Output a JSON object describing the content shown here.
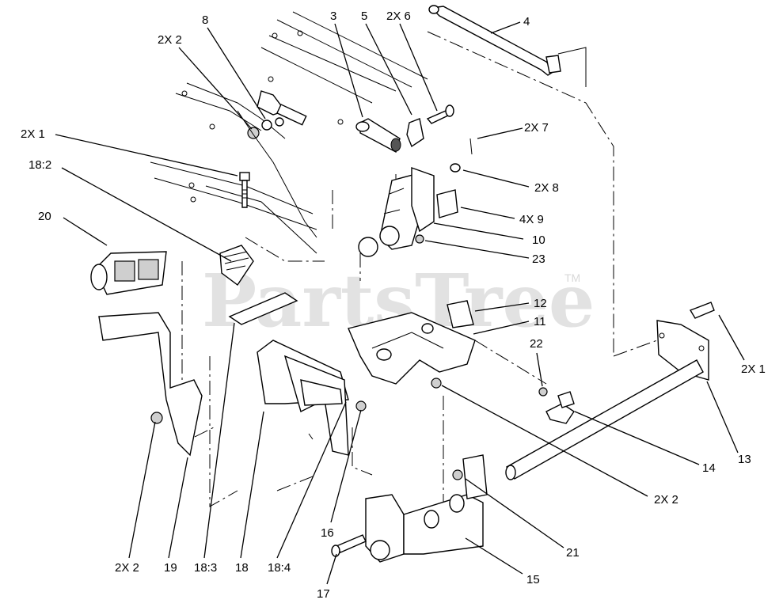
{
  "watermark": {
    "text": "PartsTree",
    "trademark": "TM"
  },
  "labels": [
    {
      "id": "lbl-8",
      "text": "8"
    },
    {
      "id": "lbl-2x2-top",
      "text": "2X 2"
    },
    {
      "id": "lbl-3",
      "text": "3"
    },
    {
      "id": "lbl-5",
      "text": "5"
    },
    {
      "id": "lbl-2x6",
      "text": "2X 6"
    },
    {
      "id": "lbl-4",
      "text": "4"
    },
    {
      "id": "lbl-2x7",
      "text": "2X 7"
    },
    {
      "id": "lbl-2x1-left",
      "text": "2X 1"
    },
    {
      "id": "lbl-18-2",
      "text": "18:2"
    },
    {
      "id": "lbl-2x8",
      "text": "2X 8"
    },
    {
      "id": "lbl-4x9",
      "text": "4X 9"
    },
    {
      "id": "lbl-20",
      "text": "20"
    },
    {
      "id": "lbl-10",
      "text": "10"
    },
    {
      "id": "lbl-23",
      "text": "23"
    },
    {
      "id": "lbl-12",
      "text": "12"
    },
    {
      "id": "lbl-11",
      "text": "11"
    },
    {
      "id": "lbl-22",
      "text": "22"
    },
    {
      "id": "lbl-2x1-right",
      "text": "2X 1"
    },
    {
      "id": "lbl-13",
      "text": "13"
    },
    {
      "id": "lbl-14",
      "text": "14"
    },
    {
      "id": "lbl-2x2-mid",
      "text": "2X 2"
    },
    {
      "id": "lbl-16",
      "text": "16"
    },
    {
      "id": "lbl-21",
      "text": "21"
    },
    {
      "id": "lbl-2x2-bottom",
      "text": "2X 2"
    },
    {
      "id": "lbl-19",
      "text": "19"
    },
    {
      "id": "lbl-18-3",
      "text": "18:3"
    },
    {
      "id": "lbl-18",
      "text": "18"
    },
    {
      "id": "lbl-18-4",
      "text": "18:4"
    },
    {
      "id": "lbl-15",
      "text": "15"
    },
    {
      "id": "lbl-17",
      "text": "17"
    }
  ]
}
